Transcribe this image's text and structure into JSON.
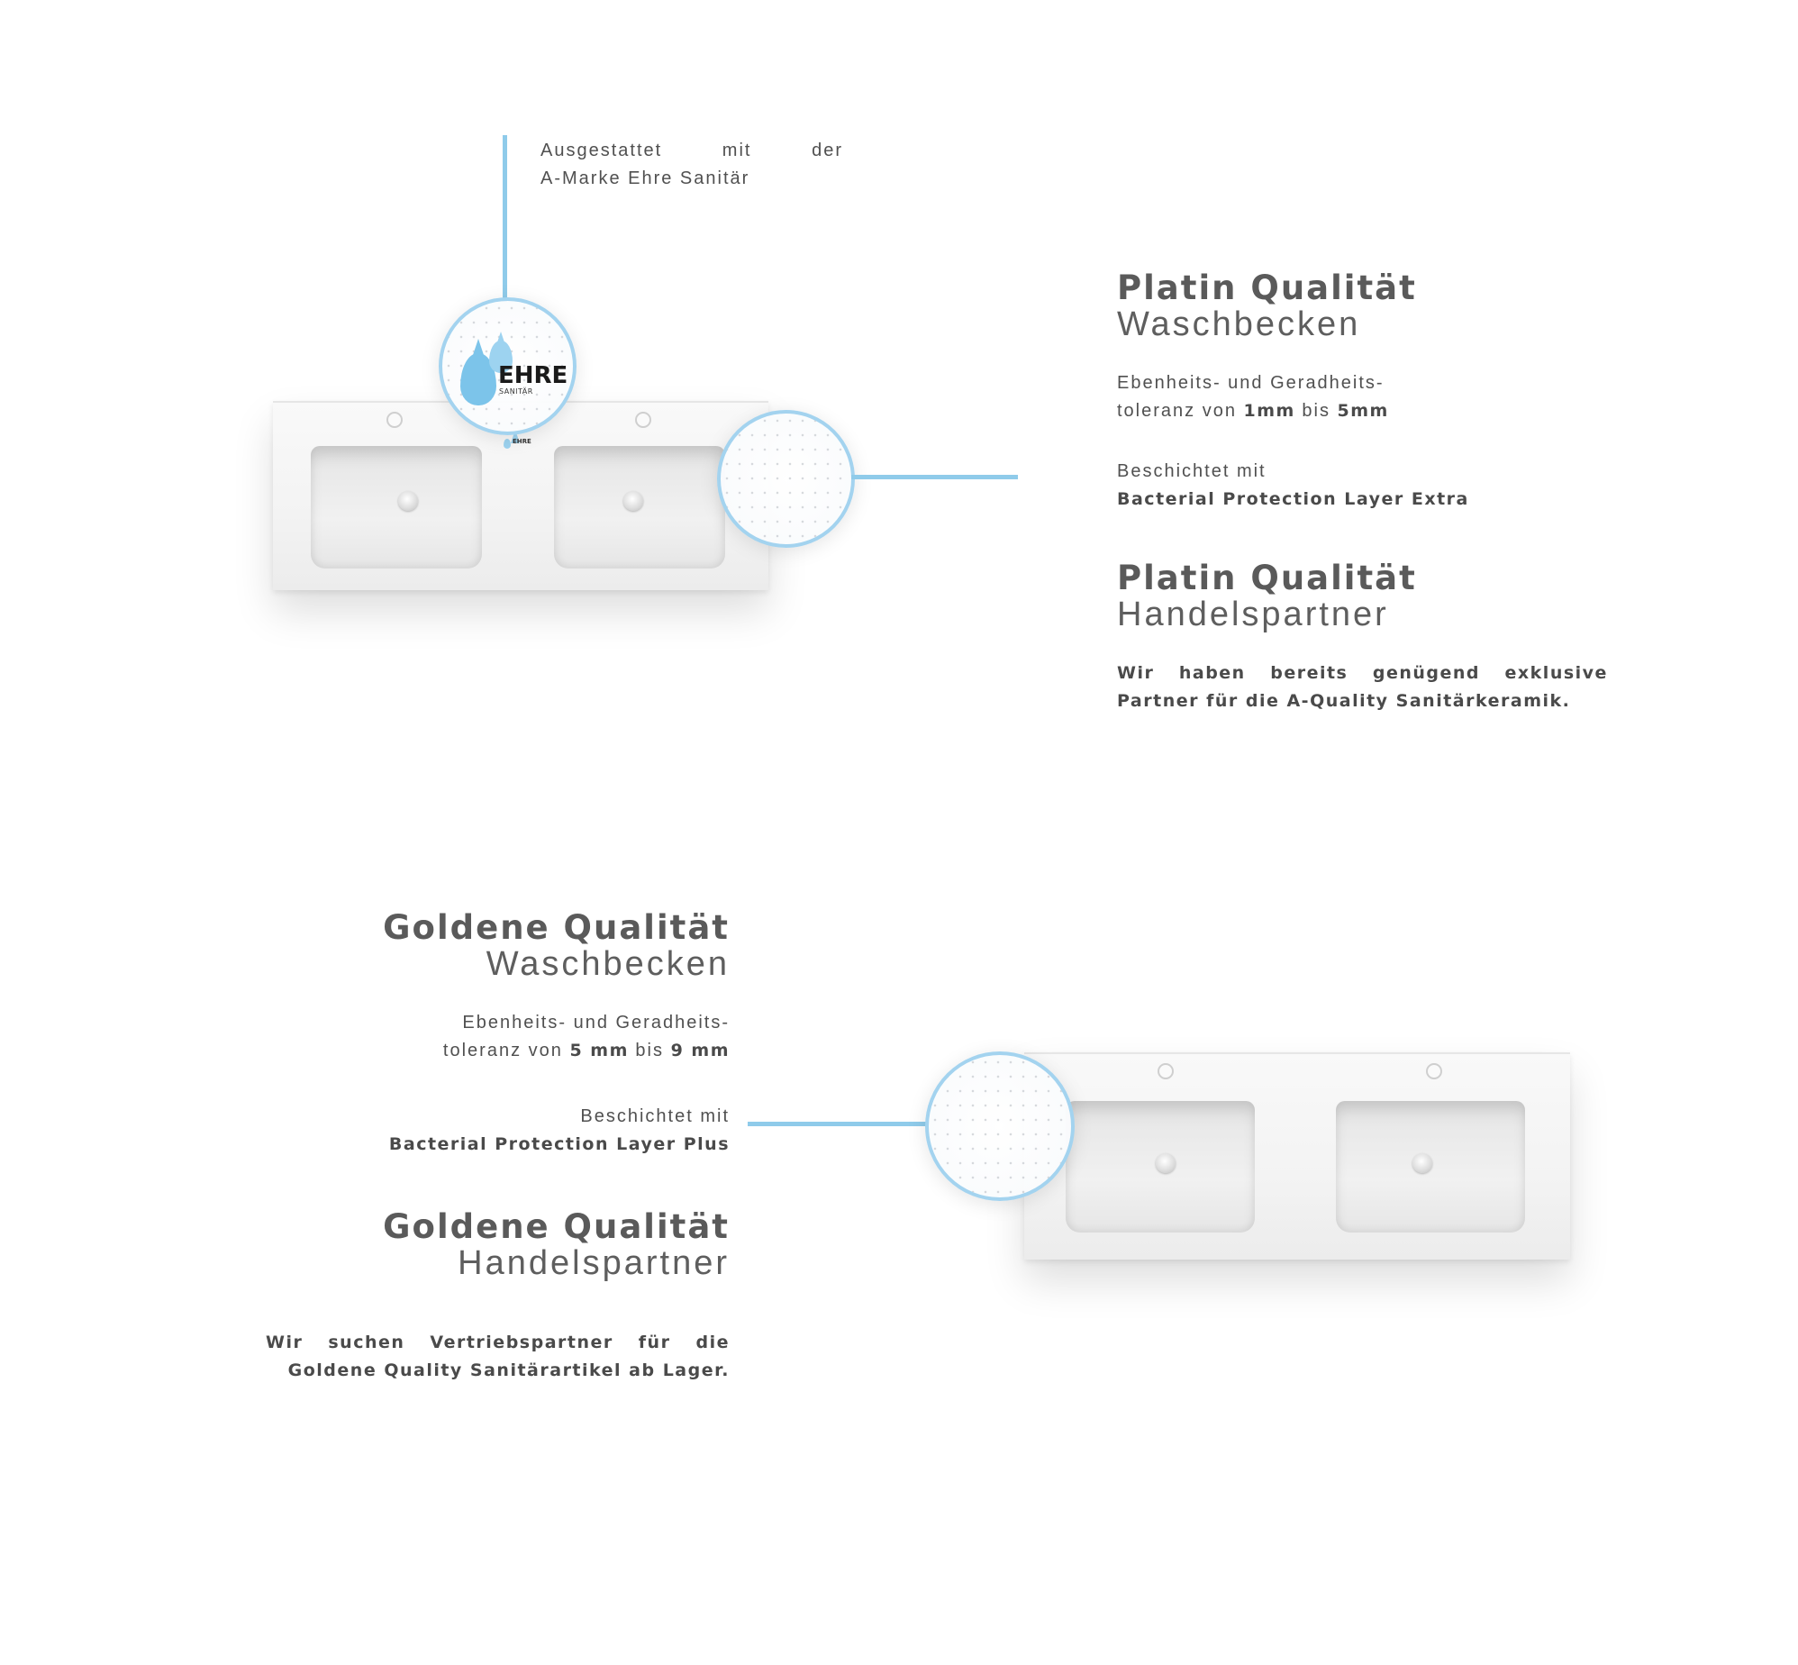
{
  "brand_callout": {
    "line1": [
      "Ausgestattet",
      "mit",
      "der"
    ],
    "line2": "A-Marke Ehre Sanitär"
  },
  "logo": {
    "name": "EHRE",
    "sub": "SANITÄR",
    "small_name": "EHRE"
  },
  "platin": {
    "title_bold": "Platin Qualität",
    "title_light": "Waschbecken",
    "tolerance_line1": "Ebenheits- und Geradheits-",
    "tolerance_pre": "toleranz von ",
    "tolerance_min": "1mm",
    "tolerance_mid": " bis ",
    "tolerance_max": "5mm",
    "coating_label": "Beschichtet mit",
    "coating_value": "Bacterial Protection Layer Extra",
    "partner_bold": "Platin Qualität",
    "partner_light": "Handelspartner",
    "partner_line1": [
      "Wir",
      "haben",
      "bereits",
      "genügend",
      "exklusive"
    ],
    "partner_line2": "Partner für die A-Quality Sanitärkeramik."
  },
  "gold": {
    "title_bold": "Goldene Qualität",
    "title_light": "Waschbecken",
    "tolerance_line1": "Ebenheits- und Geradheits-",
    "tolerance_pre": "toleranz von ",
    "tolerance_min": "5 mm",
    "tolerance_mid": " bis ",
    "tolerance_max": "9 mm",
    "coating_label": "Beschichtet mit",
    "coating_value": "Bacterial Protection Layer Plus",
    "partner_bold": "Goldene Qualität",
    "partner_light": "Handelspartner",
    "partner_line1": [
      "Wir",
      "suchen",
      "Vertriebspartner",
      "für",
      "die"
    ],
    "partner_line2": "Goldene Quality Sanitärartikel ab Lager."
  },
  "colors": {
    "accent": "#8fcbea",
    "text": "#555555",
    "background": "#ffffff"
  }
}
